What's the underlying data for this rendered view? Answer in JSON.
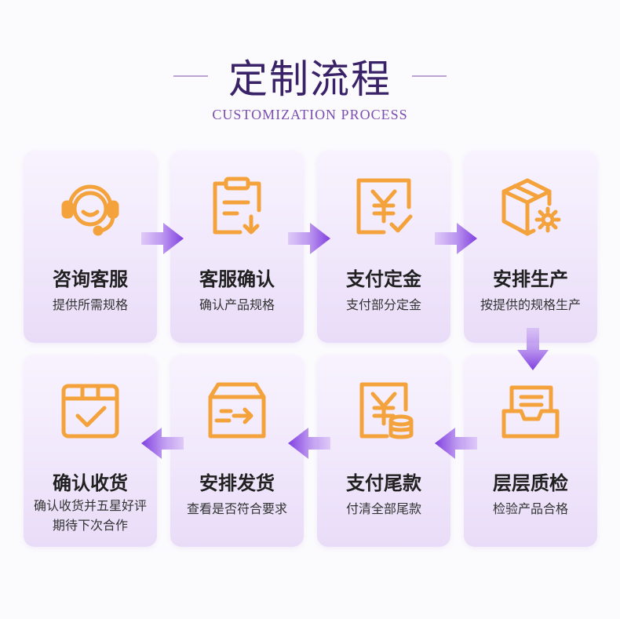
{
  "header": {
    "title": "定制流程",
    "subtitle": "CUSTOMIZATION PROCESS"
  },
  "colors": {
    "icon_orange": "#f4a33c",
    "arrow_purple": "#8a4fe0",
    "title_color": "#3a2268",
    "subtitle_color": "#7b4fb0"
  },
  "steps": [
    {
      "name": "咨询客服",
      "desc": "提供所需规格",
      "icon": "customer-service-headset-icon"
    },
    {
      "name": "客服确认",
      "desc": "确认产品规格",
      "icon": "clipboard-confirm-icon"
    },
    {
      "name": "支付定金",
      "desc": "支付部分定金",
      "icon": "yuan-payment-icon"
    },
    {
      "name": "安排生产",
      "desc": "按提供的规格生产",
      "icon": "box-gear-icon"
    },
    {
      "name": "层层质检",
      "desc": "检验产品合格",
      "icon": "inspection-tray-icon"
    },
    {
      "name": "支付尾款",
      "desc": "付清全部尾款",
      "icon": "yuan-coins-icon"
    },
    {
      "name": "安排发货",
      "desc": "查看是否符合要求",
      "icon": "shipping-box-icon"
    },
    {
      "name": "确认收货",
      "desc": "确认收货并五星好评\n期待下次合作",
      "icon": "box-check-icon"
    }
  ]
}
